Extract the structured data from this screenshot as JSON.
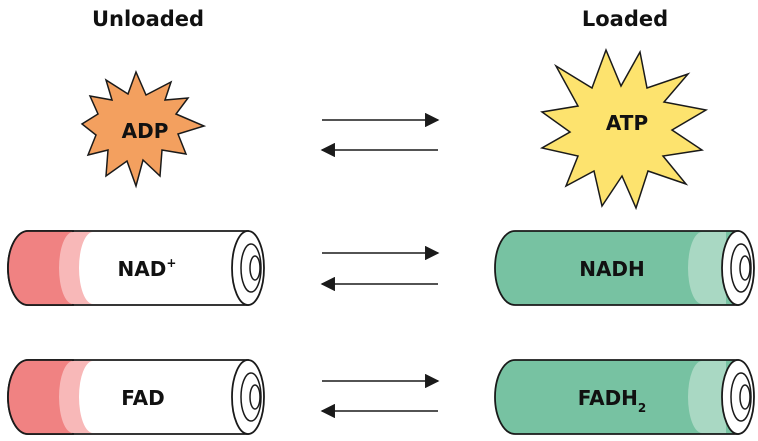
{
  "headers": {
    "unloaded": "Unloaded",
    "loaded": "Loaded"
  },
  "unloaded": {
    "adp": "ADP",
    "nad": {
      "base": "NAD",
      "sup": "+"
    },
    "fad": "FAD"
  },
  "loaded": {
    "atp": "ATP",
    "nadh": "NADH",
    "fadh": {
      "base": "FADH",
      "sub": "2"
    }
  },
  "colors": {
    "adp_star": "#f3a05f",
    "atp_star": "#fde36e",
    "unloaded_cap": "#f08282",
    "unloaded_cap_light": "#f8b8b8",
    "loaded_body": "#77c2a2",
    "loaded_cap_light": "#a9d8c3",
    "outline": "#1a1a1a"
  }
}
